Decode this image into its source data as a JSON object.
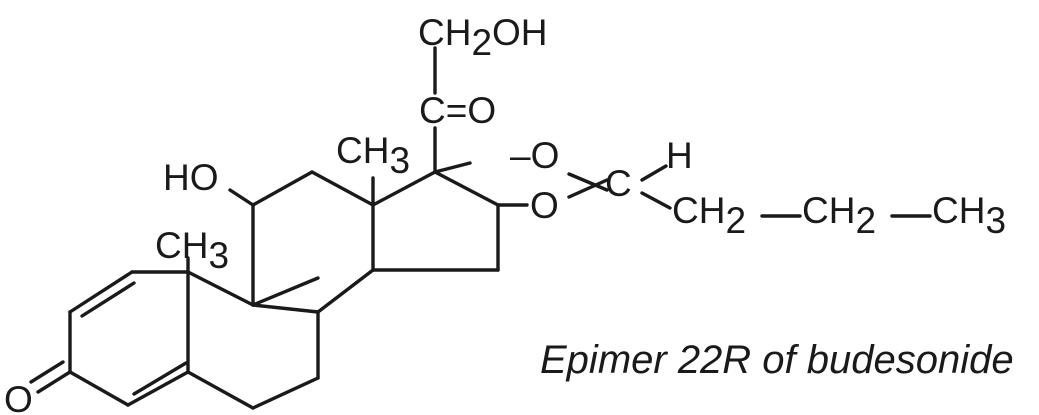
{
  "caption": "Epimer 22R of budesonide",
  "labels": {
    "ch2oh": {
      "main": "CH",
      "sub": "2",
      "tail": "OH"
    },
    "ketone": "C=O",
    "methyl_c13": {
      "main": "CH",
      "sub": "3"
    },
    "hydroxyl_c11": "HO",
    "methyl_c10": {
      "main": "CH",
      "sub": "3"
    },
    "oxo_c3": "O",
    "acetal_o_upper": "–O",
    "acetal_o_lower": "O",
    "acetal_c": "C",
    "acetal_h": "H",
    "chain_ch2_a": {
      "main": "CH",
      "sub": "2"
    },
    "chain_ch2_b": {
      "main": "CH",
      "sub": "2"
    },
    "chain_ch3": {
      "main": "CH",
      "sub": "3"
    }
  }
}
